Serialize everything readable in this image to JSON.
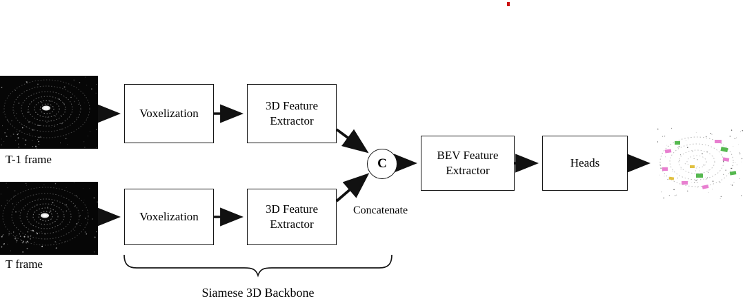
{
  "figure": {
    "inputs": [
      {
        "label": "T-1 frame"
      },
      {
        "label": "T frame"
      }
    ],
    "branches": [
      {
        "voxelization": "Voxelization",
        "extractor": "3D Feature Extractor"
      },
      {
        "voxelization": "Voxelization",
        "extractor": "3D Feature Extractor"
      }
    ],
    "concat": {
      "symbol": "C",
      "caption": "Concatenate"
    },
    "bev_extractor": "BEV Feature Extractor",
    "heads": "Heads",
    "backbone_brace_label": "Siamese 3D Backbone",
    "detection_colors": [
      "#e87fd0",
      "#55b84f",
      "#e0c040"
    ],
    "arrow_color": "#111111"
  }
}
